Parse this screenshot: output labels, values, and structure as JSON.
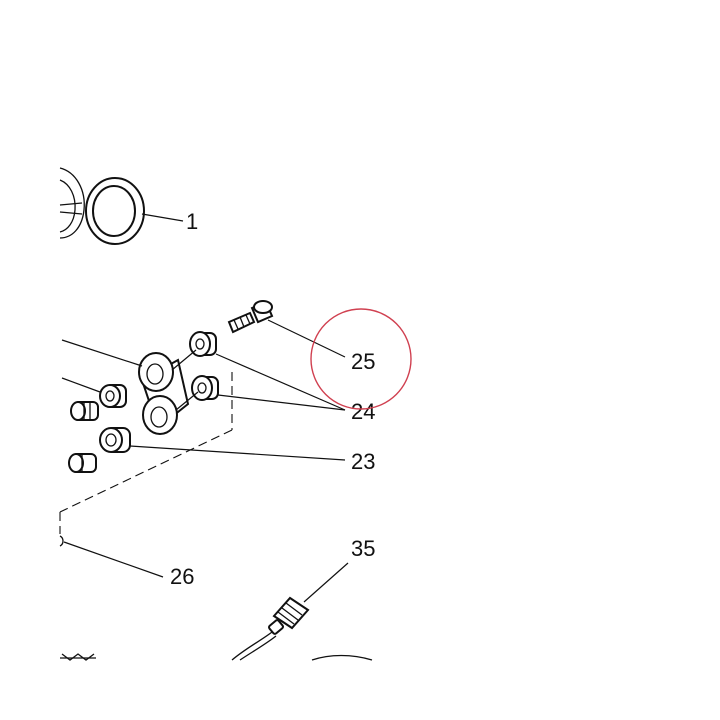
{
  "diagram": {
    "callouts": [
      {
        "id": "1",
        "label": "1"
      },
      {
        "id": "25",
        "label": "25"
      },
      {
        "id": "24",
        "label": "24"
      },
      {
        "id": "23",
        "label": "23"
      },
      {
        "id": "26",
        "label": "26"
      },
      {
        "id": "35",
        "label": "35"
      }
    ],
    "highlight": {
      "callout": "25",
      "color": "#d04050"
    },
    "line_color": "#111111"
  }
}
